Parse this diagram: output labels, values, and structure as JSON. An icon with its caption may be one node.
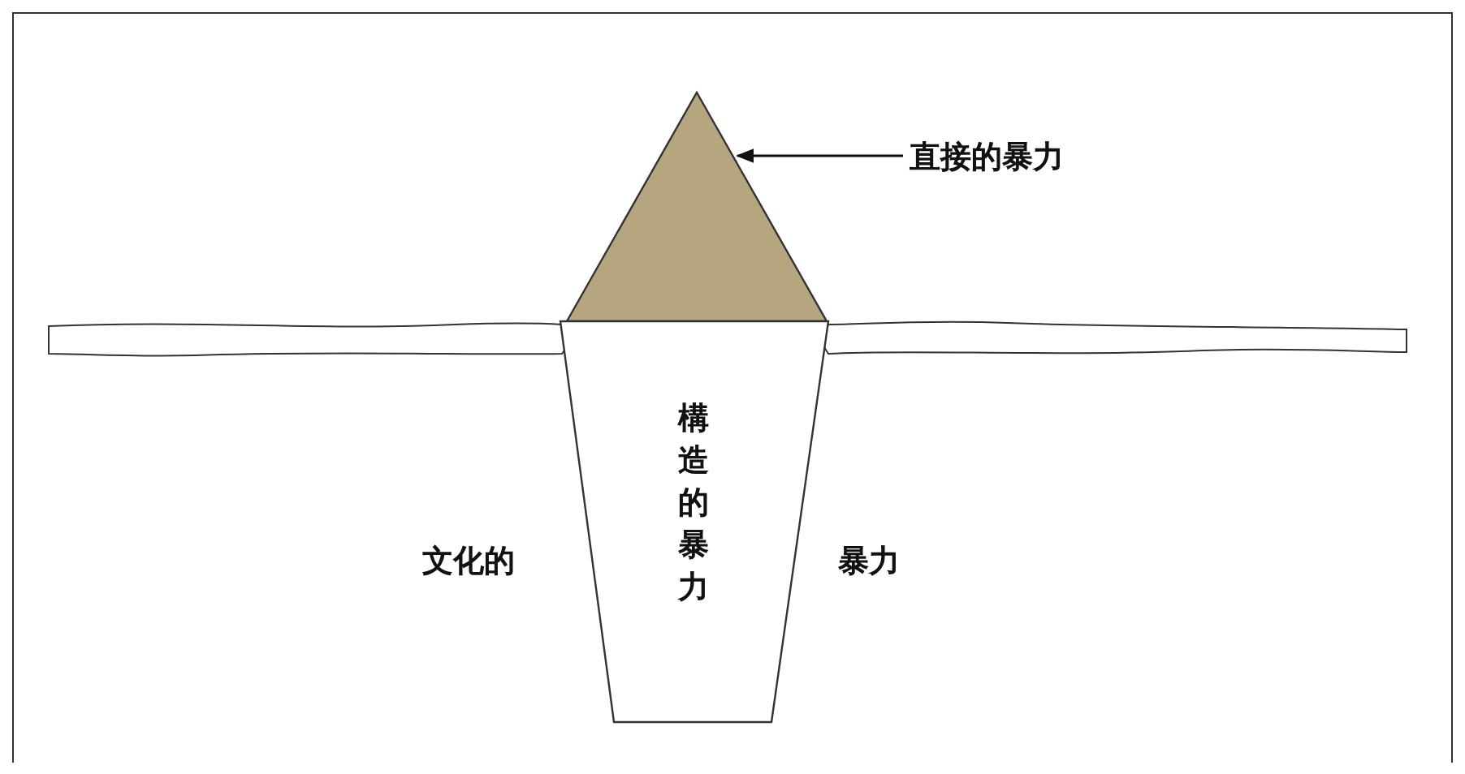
{
  "diagram": {
    "nodes": [
      {
        "text": [],
        "shape": "triangle"
      },
      {
        "text": [
          "直接的暴力"
        ]
      },
      {
        "text": [
          "構造的暴力"
        ]
      }
    ],
    "edges": [
      {
        "from": 1,
        "to": 0,
        "arrow": "to"
      }
    ],
    "labels": [
      "文化的",
      "暴力"
    ]
  }
}
